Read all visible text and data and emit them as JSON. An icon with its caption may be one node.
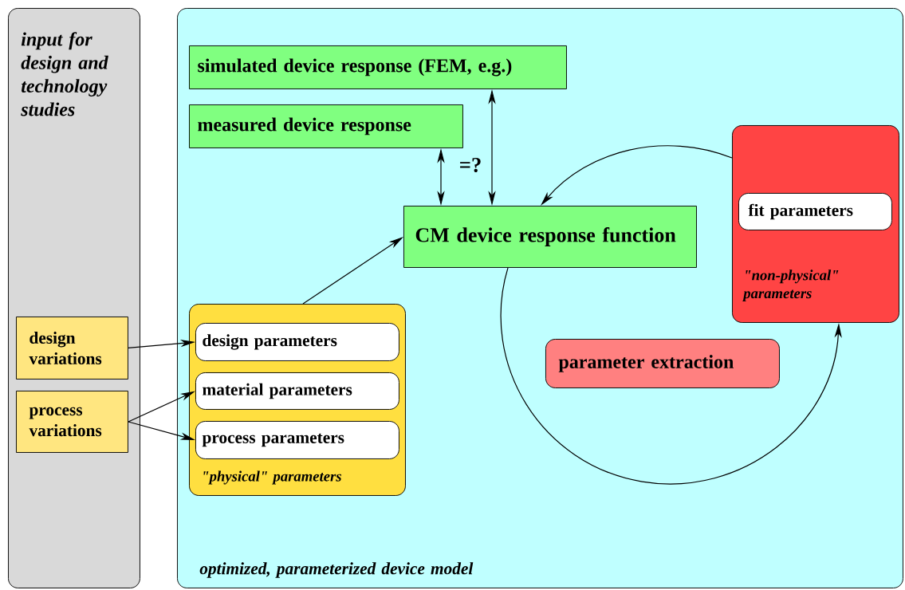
{
  "diagram": {
    "nodes": [
      {
        "text": [
          "input for design and technology studies"
        ]
      },
      {
        "text": [
          "optimized, parameterized device model"
        ]
      },
      {
        "text": [
          "simulated device response (FEM, e.g.)"
        ],
        "in": 1
      },
      {
        "text": [
          "measured device response"
        ],
        "in": 1
      },
      {
        "text": [
          "CM device response function"
        ],
        "in": 1
      },
      {
        "text": [
          "fit parameters",
          "\"non-physical\" parameters"
        ],
        "in": 1
      },
      {
        "text": [
          "parameter extraction"
        ],
        "in": 1
      },
      {
        "text": [
          "\"physical\" parameters"
        ],
        "in": 1
      },
      {
        "text": [
          "design parameters"
        ],
        "in": 7
      },
      {
        "text": [
          "material parameters"
        ],
        "in": 7
      },
      {
        "text": [
          "process parameters"
        ],
        "in": 7
      },
      {
        "text": [
          "design variations"
        ],
        "in": 0
      },
      {
        "text": [
          "process variations"
        ],
        "in": 0
      }
    ],
    "edges": [
      {
        "from": 11,
        "to": 8,
        "arrow": "to"
      },
      {
        "from": 12,
        "to": 9,
        "arrow": "to"
      },
      {
        "from": 12,
        "to": 10,
        "arrow": "to"
      },
      {
        "from": 7,
        "to": 4,
        "arrow": "to"
      },
      {
        "from": 3,
        "to": 4,
        "arrow": "both"
      },
      {
        "from": 2,
        "to": 4,
        "arrow": "both"
      },
      {
        "from": 5,
        "to": 4,
        "arrow": "to"
      },
      {
        "from": 4,
        "to": 5,
        "arrow": "to"
      }
    ],
    "labels": [
      "=?"
    ]
  }
}
